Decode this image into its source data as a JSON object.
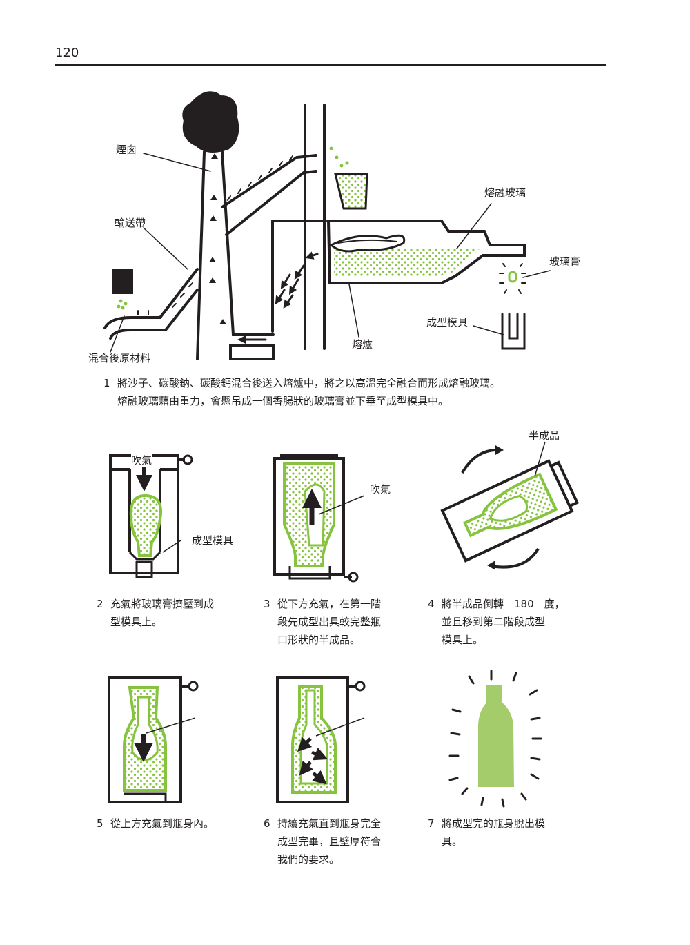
{
  "header": {
    "page_number": "120"
  },
  "colors": {
    "ink": "#231f20",
    "glass_green": "#86c440",
    "bottle_fill": "#a5cc6b"
  },
  "step1": {
    "labels": {
      "chimney": "煙囪",
      "conveyor": "輸送帶",
      "mixed_materials": "混合後原材料",
      "molten_glass": "熔融玻璃",
      "gob": "玻璃膏",
      "mold": "成型模具",
      "furnace": "熔爐"
    },
    "caption_number": "1",
    "caption_line1": "將沙子、碳酸鈉、碳酸鈣混合後送入熔爐中，將之以高溫完全融合而形成熔融玻璃。",
    "caption_line2": "熔融玻璃藉由重力，會懸吊成一個香腸狀的玻璃膏並下垂至成型模具中。"
  },
  "step2": {
    "label_blow": "吹氣",
    "label_mold": "成型模具",
    "number": "2",
    "lines": [
      "充氣將玻璃膏擠壓到成",
      "型模具上。"
    ]
  },
  "step3": {
    "label_blow": "吹氣",
    "number": "3",
    "lines": [
      "從下方充氣，在第一階",
      "段先成型出具較完整瓶",
      "口形狀的半成品。"
    ]
  },
  "step4": {
    "label_semi": "半成品",
    "number": "4",
    "lines": [
      "將半成品倒轉　180　度，",
      "並且移到第二階段成型",
      "模具上。"
    ]
  },
  "step5": {
    "number": "5",
    "lines": [
      "從上方充氣到瓶身內。"
    ]
  },
  "step6": {
    "number": "6",
    "lines": [
      "持續充氣直到瓶身完全",
      "成型完畢，且壁厚符合",
      "我們的要求。"
    ]
  },
  "step7": {
    "number": "7",
    "lines": [
      "將成型完的瓶身脫出模",
      "具。"
    ]
  }
}
